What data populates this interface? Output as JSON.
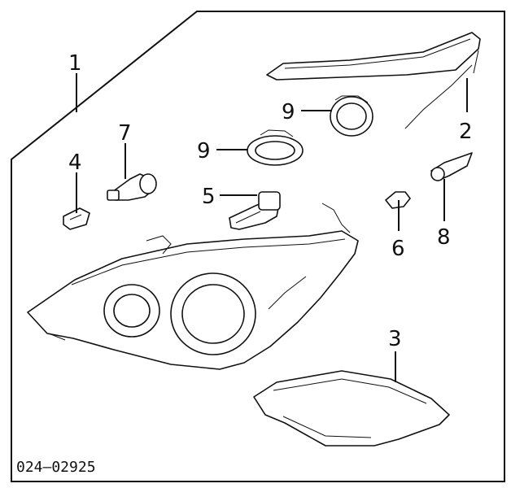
{
  "callouts": {
    "c1": "1",
    "c2": "2",
    "c3": "3",
    "c4": "4",
    "c5": "5",
    "c6": "6",
    "c7": "7",
    "c8": "8",
    "c9a": "9",
    "c9b": "9"
  },
  "diagram_code": "024–02925"
}
